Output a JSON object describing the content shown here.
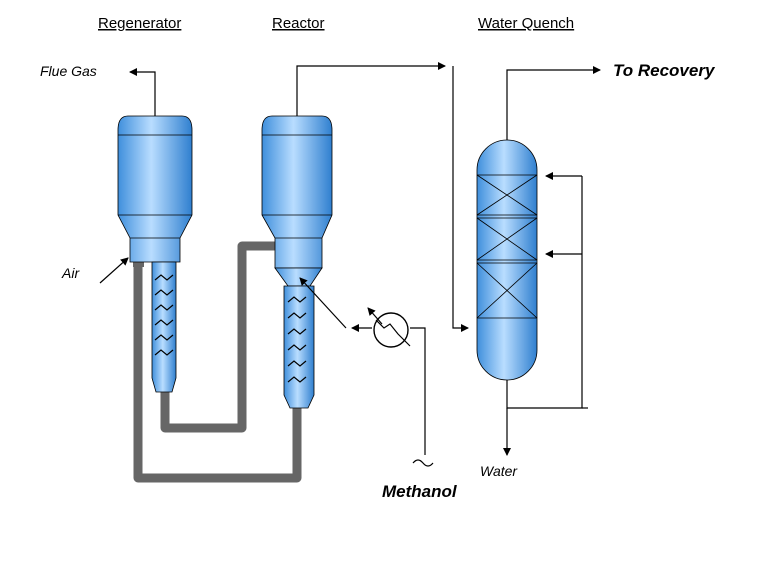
{
  "headers": {
    "regenerator": "Regenerator",
    "reactor": "Reactor",
    "water_quench": "Water Quench"
  },
  "labels": {
    "flue_gas": "Flue Gas",
    "to_recovery": "To Recovery",
    "air": "Air",
    "water": "Water",
    "methanol": "Methanol"
  },
  "colors": {
    "vessel_light": "#b8dcff",
    "vessel_mid": "#5aa6ee",
    "vessel_dark": "#2f7fcf",
    "pipe": "#666666"
  }
}
